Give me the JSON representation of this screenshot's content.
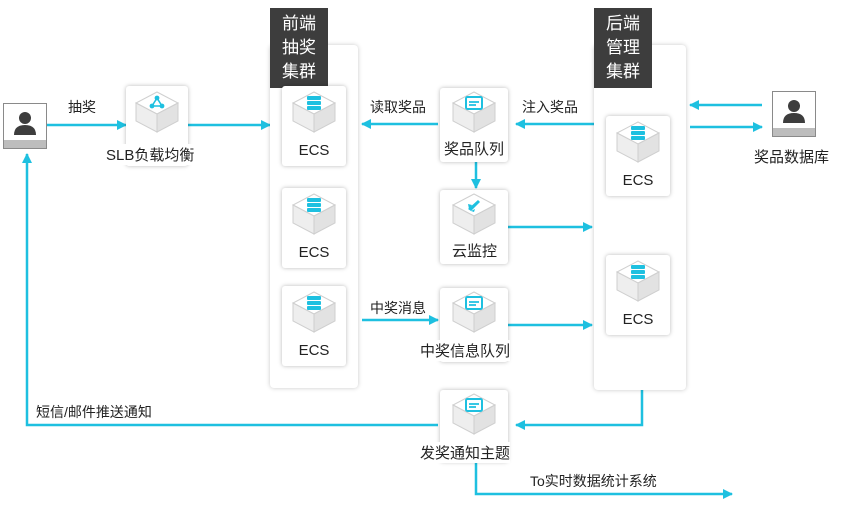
{
  "front_cluster": {
    "title_lines": [
      "前端",
      "抽奖",
      "集群"
    ],
    "servers": [
      "ECS",
      "ECS",
      "ECS"
    ]
  },
  "back_cluster": {
    "title_lines": [
      "后端",
      "管理",
      "集群"
    ],
    "servers": [
      "ECS",
      "ECS"
    ]
  },
  "nodes": {
    "slb": "SLB负载均衡",
    "prize_queue": "奖品队列",
    "cloud_monitor": "云监控",
    "win_queue": "中奖信息队列",
    "notify_topic": "发奖通知主题",
    "prize_db": "奖品数据库"
  },
  "edge_labels": {
    "draw": "抽奖",
    "read_prize": "读取奖品",
    "inject_prize": "注入奖品",
    "win_message": "中奖消息",
    "sms_push": "短信/邮件推送通知",
    "to_realtime": "To实时数据统计系统"
  },
  "colors": {
    "arrow": "#1ec0e0",
    "icon": "#1ec0e0",
    "title_bg": "#3d3d3d"
  },
  "icons": {
    "user": "person-icon",
    "slb": "share-nodes-icon",
    "ecs": "server-stack-icon",
    "queue": "queue-icon",
    "monitor": "rocket-icon"
  }
}
